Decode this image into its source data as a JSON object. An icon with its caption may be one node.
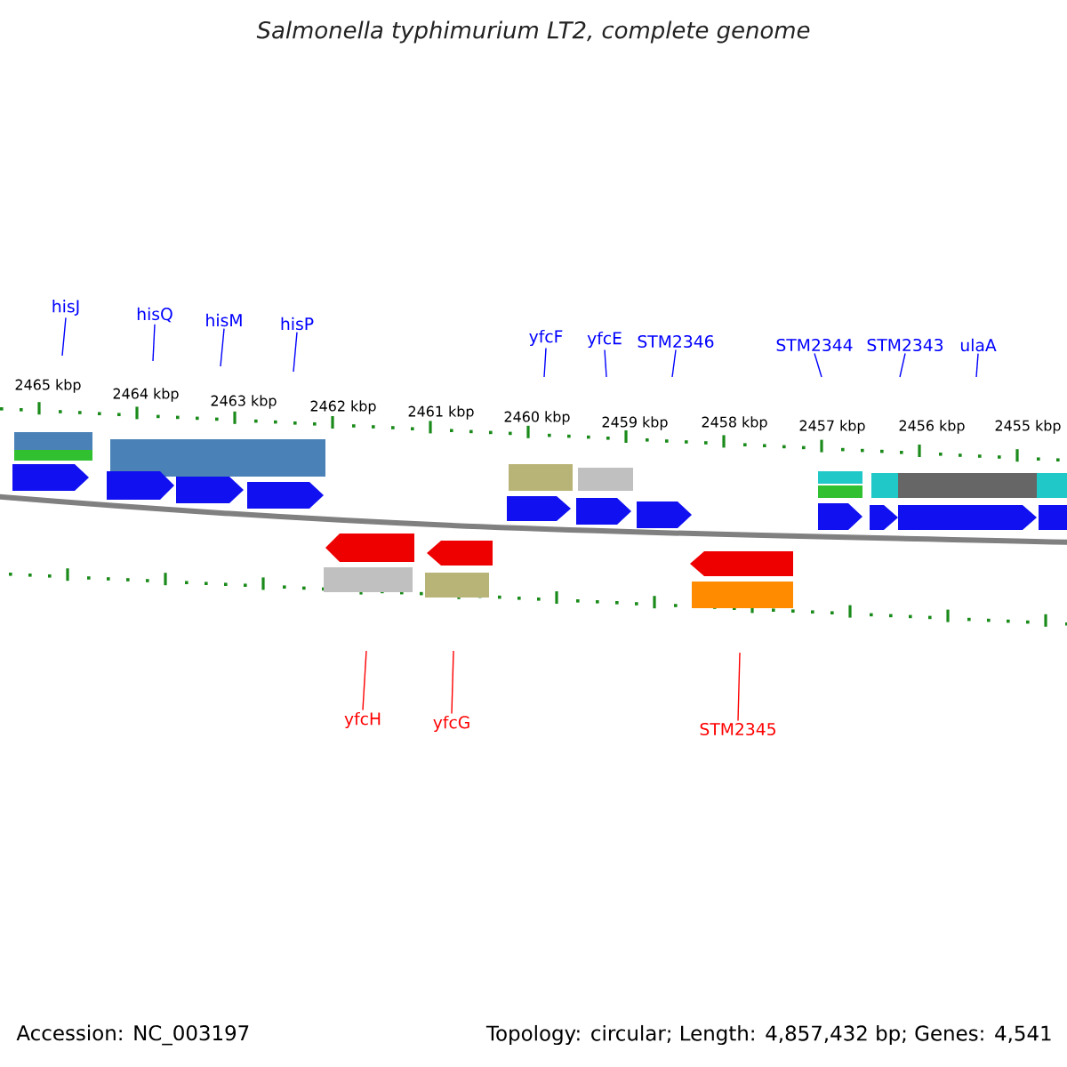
{
  "diagram": {
    "title": "Salmonella typhimurium LT2, complete genome",
    "nodes": [
      {
        "text": [
          "hisJ"
        ]
      },
      {
        "text": [
          "hisQ"
        ]
      },
      {
        "text": [
          "hisM"
        ]
      },
      {
        "text": [
          "hisP"
        ]
      },
      {
        "text": [
          "yfcF"
        ]
      },
      {
        "text": [
          "yfcE"
        ]
      },
      {
        "text": [
          "STM2346"
        ]
      },
      {
        "text": [
          "STM2344"
        ]
      },
      {
        "text": [
          "STM2343"
        ]
      },
      {
        "text": [
          "ulaA"
        ]
      },
      {
        "text": [
          "yfcH"
        ]
      },
      {
        "text": [
          "yfcG"
        ]
      },
      {
        "text": [
          "STM2345"
        ]
      }
    ],
    "edges": [
      {
        "from": 0,
        "to": null,
        "arrow": "none"
      },
      {
        "from": 1,
        "to": null,
        "arrow": "none"
      },
      {
        "from": 2,
        "to": null,
        "arrow": "none"
      },
      {
        "from": 3,
        "to": null,
        "arrow": "none"
      },
      {
        "from": 4,
        "to": null,
        "arrow": "none"
      },
      {
        "from": 5,
        "to": null,
        "arrow": "none"
      },
      {
        "from": 6,
        "to": null,
        "arrow": "none"
      },
      {
        "from": 7,
        "to": null,
        "arrow": "none"
      },
      {
        "from": 8,
        "to": null,
        "arrow": "none"
      },
      {
        "from": 9,
        "to": null,
        "arrow": "none"
      },
      {
        "from": 10,
        "to": null,
        "arrow": "none",
        "color": "#ff0000"
      },
      {
        "from": 11,
        "to": null,
        "arrow": "none",
        "color": "#ff0000"
      },
      {
        "from": 12,
        "to": null,
        "arrow": "none",
        "color": "#ff0000"
      }
    ],
    "labels": [
      "2465 kbp",
      "2464 kbp",
      "2463 kbp",
      "2462 kbp",
      "2461 kbp",
      "2460 kbp",
      "2459 kbp",
      "2458 kbp",
      "2457 kbp",
      "2456 kbp",
      "2455 kbp",
      "Accession: NC_003197",
      "Topology: circular; Length: 4,857,432 bp; Genes: 4,541"
    ]
  }
}
